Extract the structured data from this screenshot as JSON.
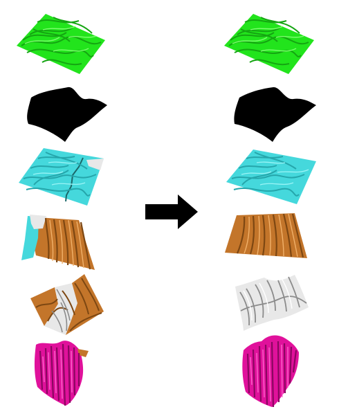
{
  "figure": {
    "arrow_icon": "right-arrow-icon",
    "colors": {
      "green": "#22e41c",
      "green_dark": "#15a512",
      "green_light": "#7dff6e",
      "black": "#000000",
      "cyan": "#45d8dc",
      "cyan_dark": "#25a6ab",
      "cyan_light": "#9bf4f6",
      "brown": "#c3752a",
      "brown_dark": "#7d4712",
      "brown_light": "#f1b16a",
      "white_gray": "#e8e8e8",
      "gray_dark": "#8b8b8b",
      "magenta": "#e0119b",
      "magenta_dark": "#8a0760",
      "magenta_light": "#ff69cf",
      "arrow": "#000000"
    },
    "rows": [
      {
        "label_icon": "green-surface-patch",
        "left": "green",
        "right": "green"
      },
      {
        "label_icon": "black-surface-patch",
        "left": "black",
        "right": "black"
      },
      {
        "label_icon": "cyan-surface-patch",
        "left": "cyan-with-white-corner",
        "right": "cyan"
      },
      {
        "label_icon": "brown-surface-patch",
        "left": "brown-with-cyan-white-strip",
        "right": "brown"
      },
      {
        "label_icon": "white-surface-patch",
        "left": "brown-white-brown",
        "right": "white"
      },
      {
        "label_icon": "magenta-surface-patch",
        "left": "magenta-with-brown-top",
        "right": "magenta"
      }
    ]
  }
}
